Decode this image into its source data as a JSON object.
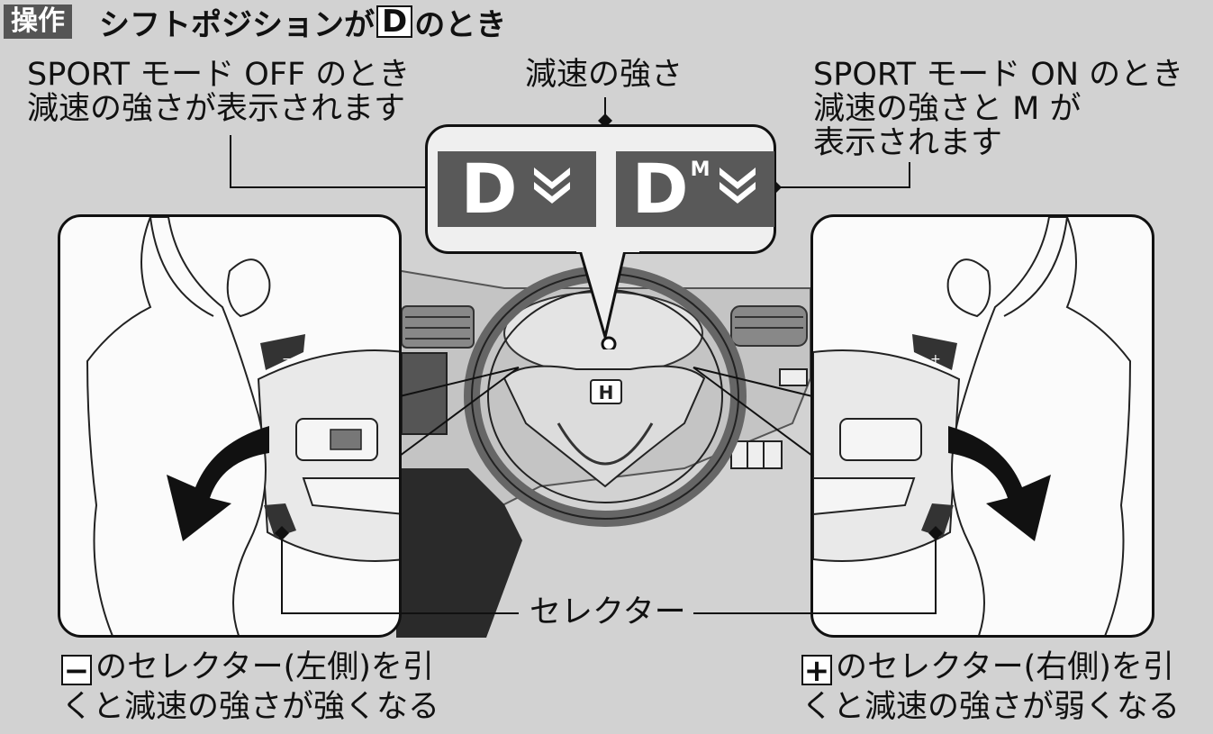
{
  "header": {
    "badge": "操作",
    "title_pre": "シフトポジションが",
    "title_box": "D",
    "title_post": "のとき"
  },
  "labels": {
    "sport_off_line1": "SPORT モード OFF のとき",
    "sport_off_line2": "減速の強さが表示されます",
    "center": "減速の強さ",
    "sport_on_line1": "SPORT モード ON のとき",
    "sport_on_line2": "減速の強さと M が",
    "sport_on_line3": "表示されます",
    "selector": "セレクター"
  },
  "displays": {
    "off_letter": "D",
    "on_letter": "D",
    "on_sup": "M"
  },
  "paddles": {
    "left_symbol": "−",
    "right_symbol": "+"
  },
  "bottom": {
    "left_box": "−",
    "left_line1": "のセレクター(左側)を引",
    "left_line2": "くと減速の強さが強くなる",
    "right_box": "+",
    "right_line1": "のセレクター(右側)を引",
    "right_line2": "くと減速の強さが弱くなる"
  },
  "colors": {
    "background": "#d2d2d2",
    "display": "#595959",
    "panel": "#fbfbfb",
    "arrow": "#111111"
  }
}
